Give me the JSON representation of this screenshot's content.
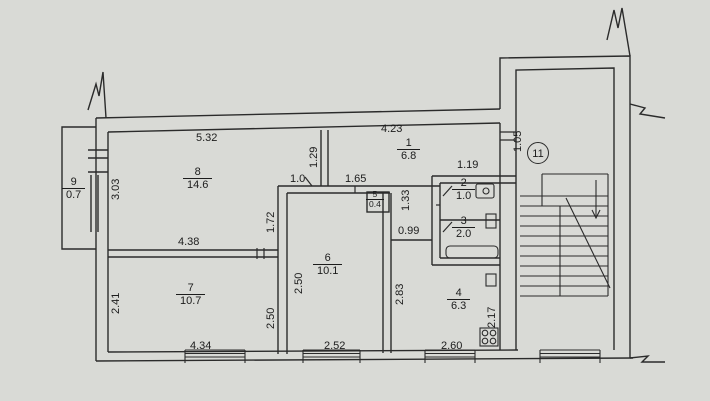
{
  "plan": {
    "rooms": [
      {
        "id": "1",
        "no": "1",
        "area": "6.8"
      },
      {
        "id": "2",
        "no": "2",
        "area": "1.0"
      },
      {
        "id": "3",
        "no": "3",
        "area": "2.0"
      },
      {
        "id": "4",
        "no": "4",
        "area": "6.3"
      },
      {
        "id": "5",
        "no": "5",
        "area": "0.4"
      },
      {
        "id": "6",
        "no": "6",
        "area": "10.1"
      },
      {
        "id": "7",
        "no": "7",
        "area": "10.7"
      },
      {
        "id": "8",
        "no": "8",
        "area": "14.6"
      },
      {
        "id": "9",
        "no": "9",
        "area": "0.7"
      }
    ],
    "stair_label": "11",
    "dimensions": {
      "d_532": "5.32",
      "d_423": "4.23",
      "d_105": "1.05",
      "d_119": "1.19",
      "d_129": "1.29",
      "d_10": "1.0",
      "d_165": "1.65",
      "d_133": "1.33",
      "d_303": "3.03",
      "d_172": "1.72",
      "d_438": "4.38",
      "d_099": "0.99",
      "d_241": "2.41",
      "d_250a": "2.50",
      "d_250b": "2.50",
      "d_283": "2.83",
      "d_217": "2.17",
      "d_434": "4.34",
      "d_252": "2.52",
      "d_260": "2.60"
    }
  }
}
